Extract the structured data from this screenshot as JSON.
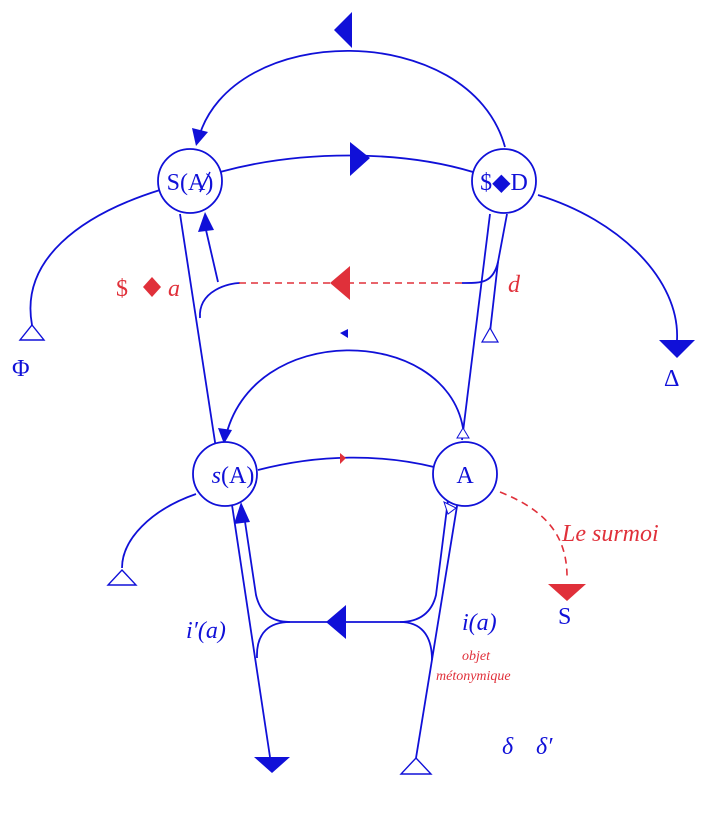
{
  "colors": {
    "blue": "#1010d8",
    "red": "#e0303a"
  },
  "nodes": {
    "s_barred_A": "S(A)",
    "barred_S_losange_D": "$◆D",
    "s_of_A": "A",
    "s_of_A_prefix": "s",
    "A": "A"
  },
  "labels": {
    "barred_S_losange_a": "$",
    "barred_S_losange_a_tail": "a",
    "d": "d",
    "phi": "Φ",
    "delta": "Δ",
    "le_surmoi": "Le surmoi",
    "S": "S",
    "i_prime_a": "i′(a)",
    "i_a": "i(a)",
    "objet": "objet",
    "metonymique": "métonymique",
    "delta_small": "δ",
    "delta_prime": "δ′"
  }
}
